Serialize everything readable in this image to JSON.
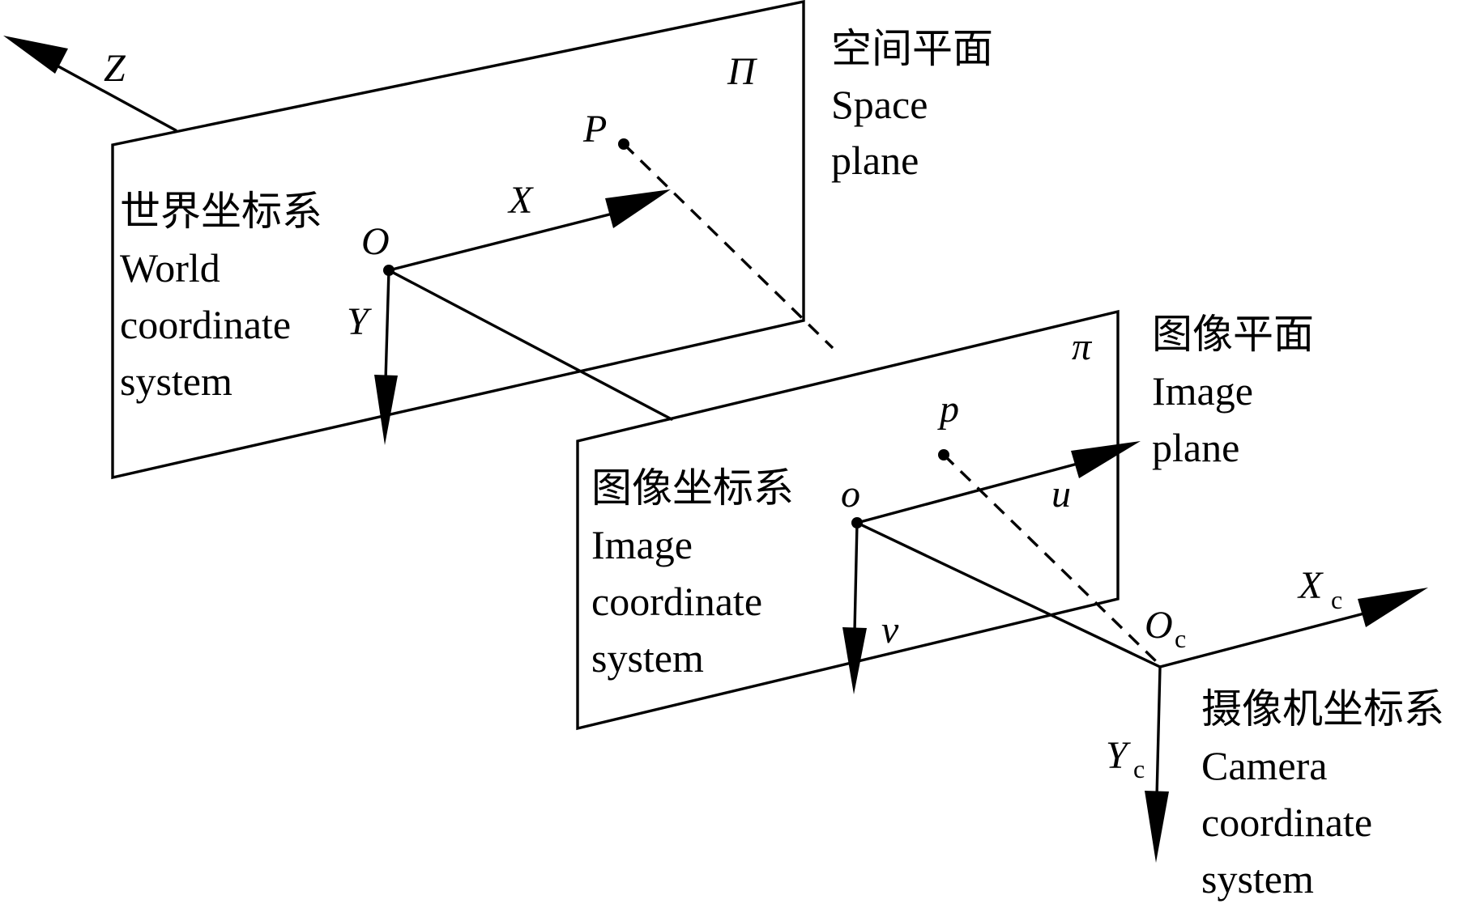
{
  "planes": {
    "space": {
      "symbol": "Π",
      "label_zh": "空间平面",
      "label_en_1": "Space",
      "label_en_2": "plane"
    },
    "image": {
      "symbol": "π",
      "label_zh": "图像平面",
      "label_en_1": "Image",
      "label_en_2": "plane"
    }
  },
  "world_system": {
    "label_zh": "世界坐标系",
    "label_en_1": "World",
    "label_en_2": "coordinate",
    "label_en_3": "system",
    "origin": "O",
    "x_axis": "X",
    "y_axis": "Y",
    "z_axis": "Z"
  },
  "image_system": {
    "label_zh": "图像坐标系",
    "label_en_1": "Image",
    "label_en_2": "coordinate",
    "label_en_3": "system",
    "origin": "o",
    "u_axis": "u",
    "v_axis": "v"
  },
  "camera_system": {
    "label_zh": "摄像机坐标系",
    "label_en_1": "Camera",
    "label_en_2": "coordinate",
    "label_en_3": "system",
    "origin": "O",
    "origin_sub": "c",
    "x_axis": "X",
    "x_axis_sub": "c",
    "y_axis": "Y",
    "y_axis_sub": "c"
  },
  "points": {
    "space_point": "P",
    "image_point": "p"
  }
}
